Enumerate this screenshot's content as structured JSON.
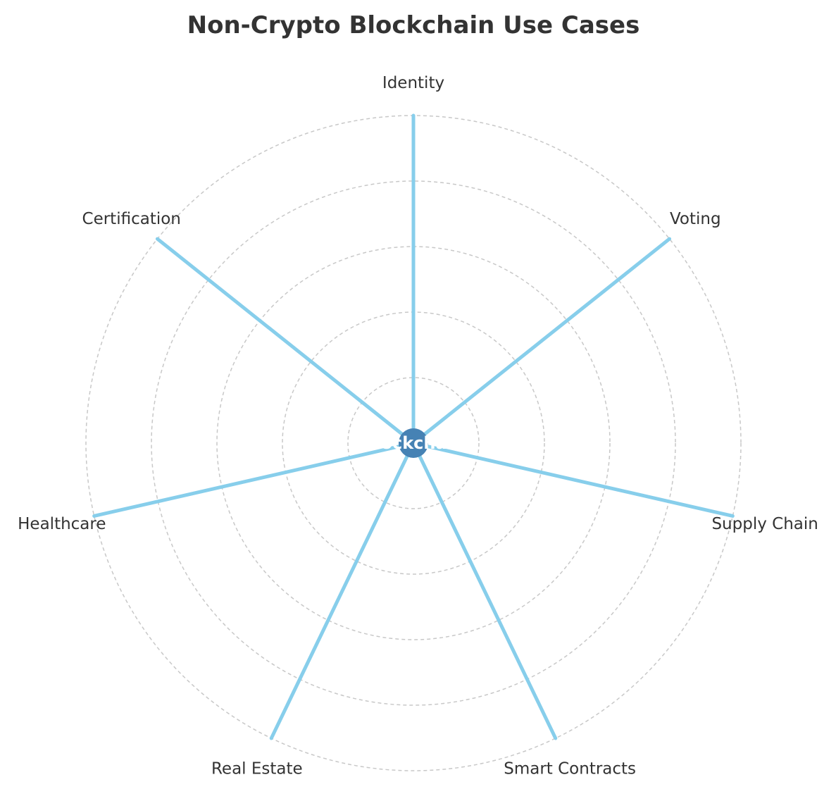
{
  "chart_data": {
    "type": "radar",
    "title": "Non-Crypto Blockchain Use Cases",
    "center_label": "Blockchain",
    "categories": [
      "Identity",
      "Voting",
      "Supply Chain",
      "Smart Contracts",
      "Real Estate",
      "Healthcare",
      "Certification"
    ],
    "values": [
      5,
      5,
      5,
      5,
      5,
      5,
      5
    ],
    "r_max": 5,
    "rings": [
      1,
      2,
      3,
      4,
      5
    ],
    "grid": true,
    "colors": {
      "spoke": "#87CEEB",
      "hub": "#4682B4",
      "grid": "#c8c8c8",
      "text": "#333333"
    }
  }
}
